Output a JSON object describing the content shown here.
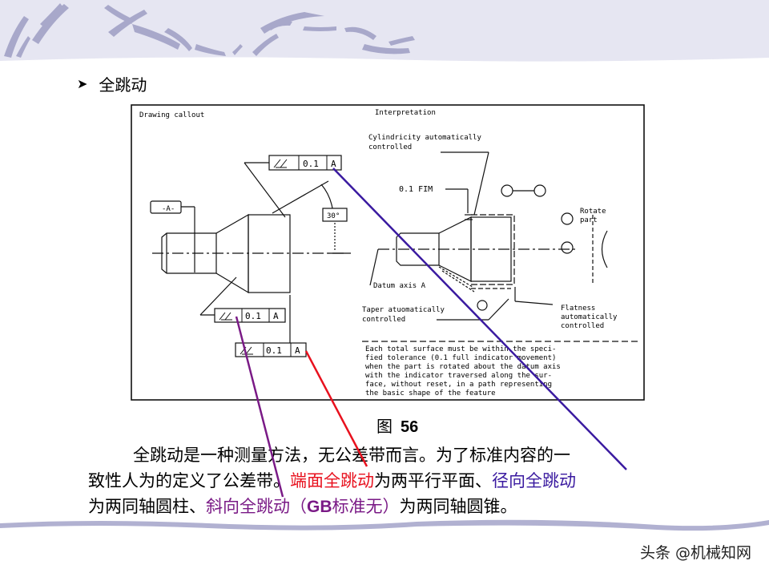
{
  "slide": {
    "bullet_title": "全跳动",
    "figure": {
      "caption_prefix": "图",
      "caption_number": "56",
      "left_panel_title": "Drawing callout",
      "right_panel_title": "Interpretation",
      "datum_label": "-A-",
      "angle_label": "30°",
      "fcf_top": {
        "symbol": "total-runout",
        "tolerance": "0.1",
        "datum": "A"
      },
      "fcf_middle": {
        "symbol": "total-runout",
        "tolerance": "0.1",
        "datum": "A"
      },
      "fcf_bottom": {
        "symbol": "total-runout",
        "tolerance": "0.1",
        "datum": "A"
      },
      "annotations": {
        "cylindricity": [
          "Cylindricity automatically",
          "controlled"
        ],
        "fim": "0.1 FIM",
        "rotate": [
          "Rotate",
          "part"
        ],
        "datum_axis": "Datum axis A",
        "taper": [
          "Taper atuomatically",
          "controlled"
        ],
        "flatness": [
          "Flatness",
          "automatically",
          "controlled"
        ]
      },
      "note_lines": [
        "Each total surface must be within the speci-",
        "fied tolerance (0.1 full indicator movement)",
        "when the part is rotated about the datum axis",
        "with the indicator traversed along the sur-",
        "face, without reset, in a path representing",
        "the basic shape of the feature"
      ]
    },
    "paragraph": {
      "line1": "全跳动是一种测量方法，无公差带而言。为了标准内容的一",
      "line2_a": "致性人为的定义了公差带。",
      "line2_red": "端面全跳动",
      "line2_b": "为两平行平面、",
      "line2_blue": "径向全跳动",
      "line3_a": "为两同轴圆柱、",
      "line3_purple_a": "斜向全跳动（",
      "line3_purple_gb": "GB",
      "line3_purple_b": "标准无）",
      "line3_b": "为两同轴圆锥。"
    },
    "watermark": "头条 @机械知网",
    "colors": {
      "red_line": "#e8111e",
      "blue_line": "#3a1aa0",
      "purple_line": "#7a1a86",
      "header_stroke": "#a8a8cc",
      "header_bg": "#e6e6f2"
    }
  }
}
